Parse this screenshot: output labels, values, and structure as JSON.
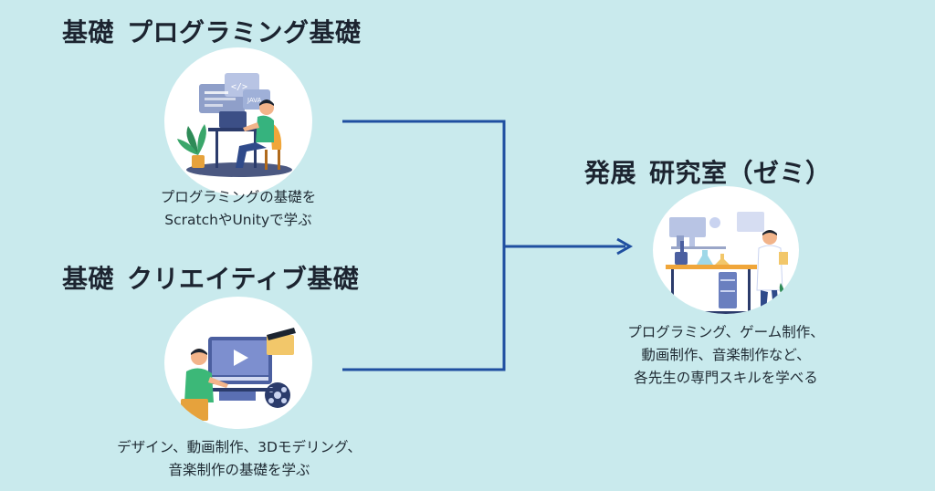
{
  "basics_programming": {
    "tag": "基礎",
    "title": "プログラミング基礎",
    "illustration_icon": "coding-person-icon",
    "desc_lines": [
      "プログラミングの基礎を",
      "ScratchやUnityで学ぶ"
    ],
    "code_tag": "</>",
    "code_label": "JAVA"
  },
  "basics_creative": {
    "tag": "基礎",
    "title": "クリエイティブ基礎",
    "illustration_icon": "video-editing-person-icon",
    "desc_lines": [
      "デザイン、動画制作、3Dモデリング、",
      "音楽制作の基礎を学ぶ"
    ]
  },
  "advanced_lab": {
    "tag": "発展",
    "title": "研究室（ゼミ）",
    "illustration_icon": "scientist-lab-icon",
    "desc_lines": [
      "プログラミング、ゲーム制作、",
      "動画制作、音楽制作など、",
      "各先生の専門スキルを学べる"
    ]
  },
  "colors": {
    "background": "#c9eaed",
    "connector": "#1f4fa0",
    "heading_text": "#1c2430"
  }
}
